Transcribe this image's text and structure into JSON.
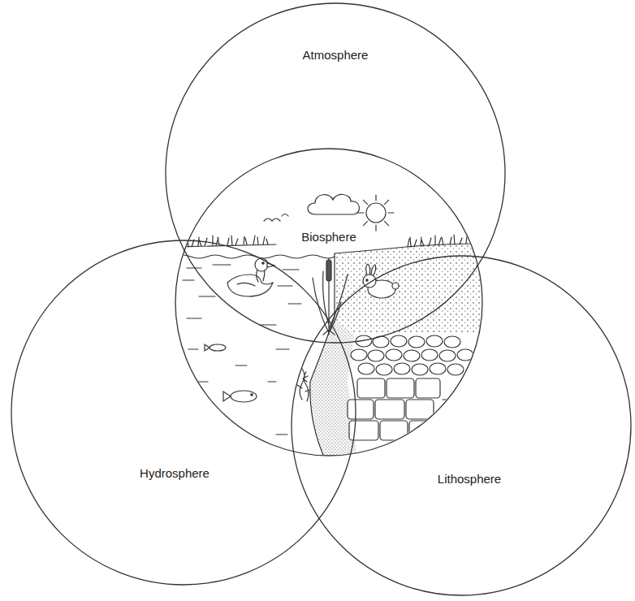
{
  "diagram": {
    "nodes": [
      {
        "text": [
          "Atmosphere"
        ]
      },
      {
        "text": [
          "Biosphere"
        ]
      },
      {
        "text": [
          "Hydrosphere"
        ]
      },
      {
        "text": [
          "Lithosphere"
        ]
      }
    ]
  }
}
